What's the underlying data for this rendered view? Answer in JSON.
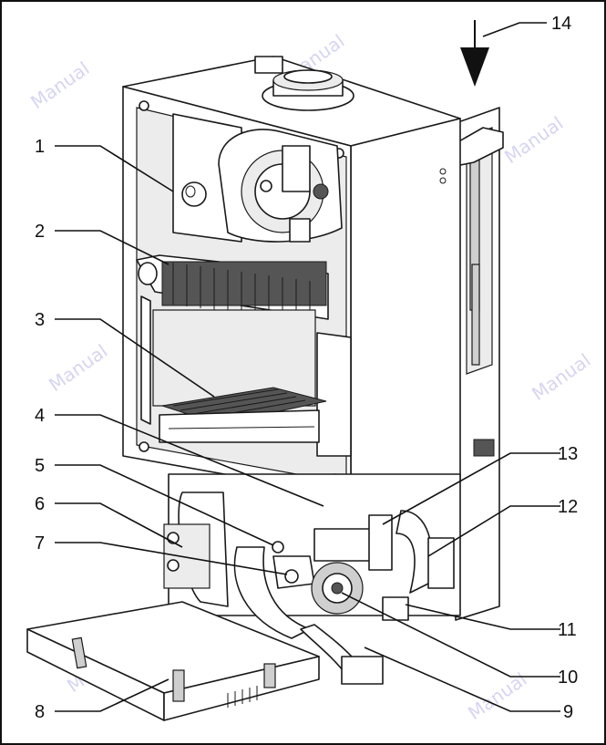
{
  "callouts": [
    {
      "id": "1",
      "label": "1"
    },
    {
      "id": "2",
      "label": "2"
    },
    {
      "id": "3",
      "label": "3"
    },
    {
      "id": "4",
      "label": "4"
    },
    {
      "id": "5",
      "label": "5"
    },
    {
      "id": "6",
      "label": "6"
    },
    {
      "id": "7",
      "label": "7"
    },
    {
      "id": "8",
      "label": "8"
    },
    {
      "id": "9",
      "label": "9"
    },
    {
      "id": "10",
      "label": "10"
    },
    {
      "id": "11",
      "label": "11"
    },
    {
      "id": "12",
      "label": "12"
    },
    {
      "id": "13",
      "label": "13"
    },
    {
      "id": "14",
      "label": "14"
    }
  ],
  "watermark": {
    "text": "Manual"
  },
  "colors": {
    "ink": "#111111",
    "panel": "#ffffff",
    "shade": "#cfcfcf",
    "watermark": "#b7b2e6"
  }
}
